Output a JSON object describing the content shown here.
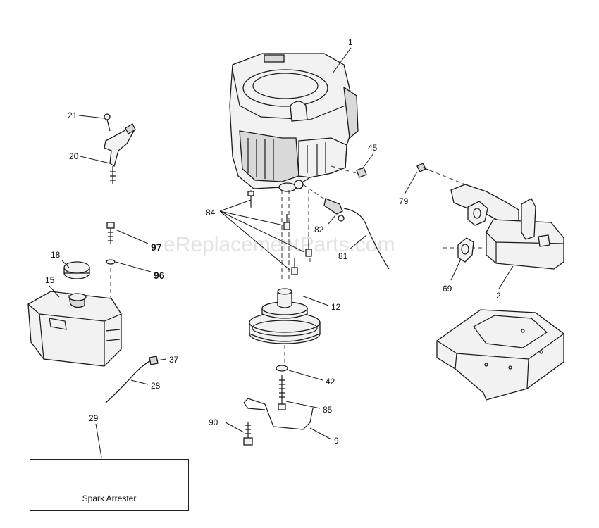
{
  "watermark": "eReplacementParts.com",
  "callouts": {
    "c1": "1",
    "c2": "2",
    "c9": "9",
    "c12": "12",
    "c15": "15",
    "c18": "18",
    "c20": "20",
    "c21": "21",
    "c28": "28",
    "c29": "29",
    "c37": "37",
    "c42": "42",
    "c45": "45",
    "c69": "69",
    "c79": "79",
    "c81": "81",
    "c82": "82",
    "c84": "84",
    "c85": "85",
    "c90": "90",
    "c96": "96",
    "c97": "97"
  },
  "spark_arrester_label": "Spark Arrester"
}
